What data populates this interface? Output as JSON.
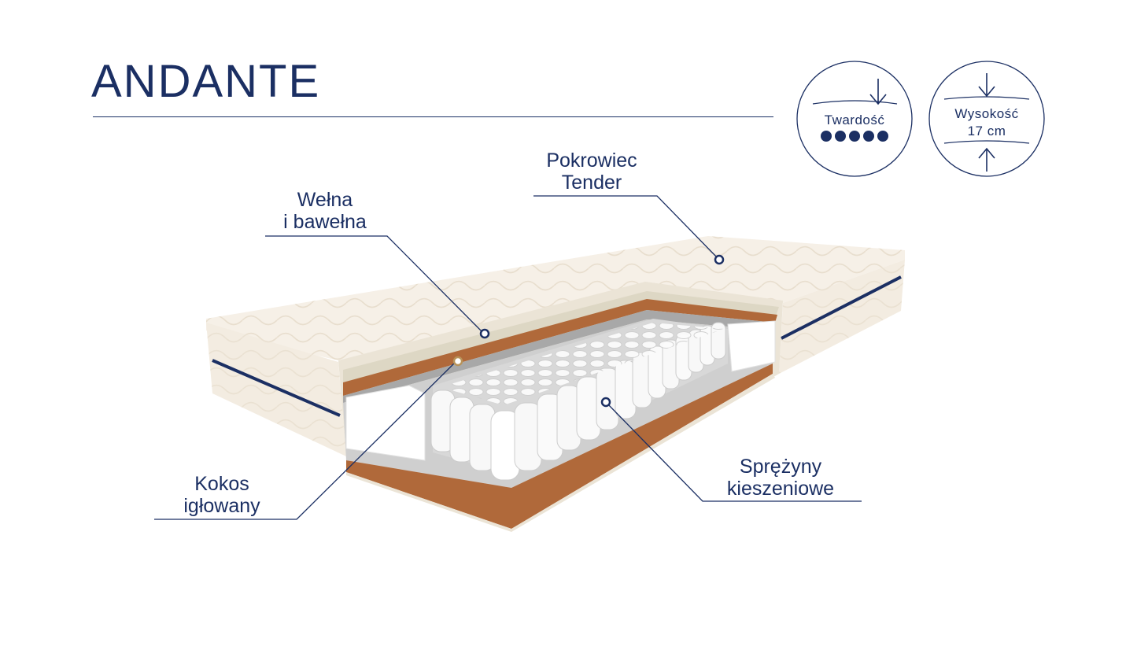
{
  "title": "ANDANTE",
  "badges": {
    "hardness": {
      "label": "Twardość",
      "level": 5,
      "max": 5
    },
    "height": {
      "label": "Wysokość",
      "value": "17 cm"
    }
  },
  "callouts": {
    "cover": {
      "line1": "Pokrowiec",
      "line2": "Tender"
    },
    "wool": {
      "line1": "Wełna",
      "line2": "i bawełna"
    },
    "coconut": {
      "line1": "Kokos",
      "line2": "igłowany"
    },
    "springs": {
      "line1": "Sprężyny",
      "line2": "kieszeniowe"
    }
  },
  "colors": {
    "navy": "#1b2f63",
    "fabric": "#f5efe6",
    "coconut": "#b0693a",
    "foam": "#ffffff",
    "felt": "#9a9a9a"
  }
}
